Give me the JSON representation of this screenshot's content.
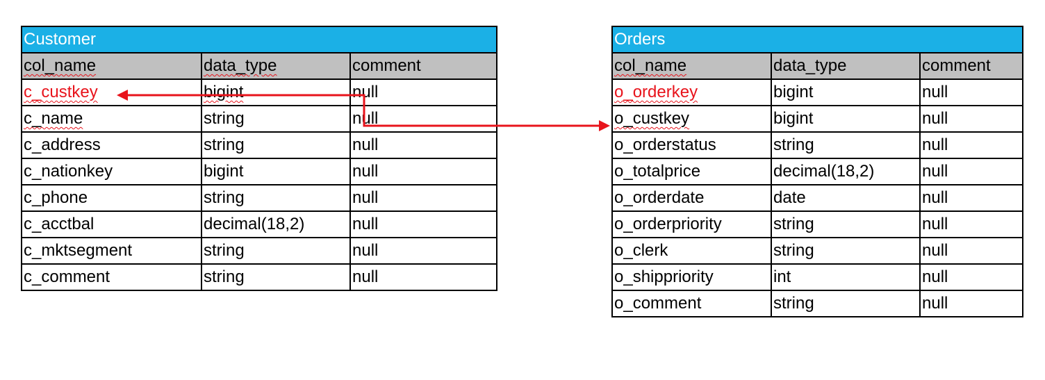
{
  "tables": [
    {
      "title": "Customer",
      "header": [
        "col_name",
        "data_type",
        "comment"
      ],
      "rows": [
        [
          "c_custkey",
          "bigint",
          "null"
        ],
        [
          "c_name",
          "string",
          "null"
        ],
        [
          "c_address",
          "string",
          "null"
        ],
        [
          "c_nationkey",
          "bigint",
          "null"
        ],
        [
          "c_phone",
          "string",
          "null"
        ],
        [
          "c_acctbal",
          "decimal(18,2)",
          "null"
        ],
        [
          "c_mktsegment",
          "string",
          "null"
        ],
        [
          "c_comment",
          "string",
          "null"
        ]
      ]
    },
    {
      "title": "Orders",
      "header": [
        "col_name",
        "data_type",
        "comment"
      ],
      "rows": [
        [
          "o_orderkey",
          "bigint",
          "null"
        ],
        [
          "o_custkey",
          "bigint",
          "null"
        ],
        [
          "o_orderstatus",
          "string",
          "null"
        ],
        [
          "o_totalprice",
          "decimal(18,2)",
          "null"
        ],
        [
          "o_orderdate",
          "date",
          "null"
        ],
        [
          "o_orderpriority",
          "string",
          "null"
        ],
        [
          "o_clerk",
          "string",
          "null"
        ],
        [
          "o_shippriority",
          "int",
          "null"
        ],
        [
          "o_comment",
          "string",
          "null"
        ]
      ]
    }
  ],
  "colors": {
    "title_bg": "#1bb0e6",
    "header_bg": "#c0c0c0",
    "key_text": "#e8141c",
    "arrow": "#e8141c"
  }
}
